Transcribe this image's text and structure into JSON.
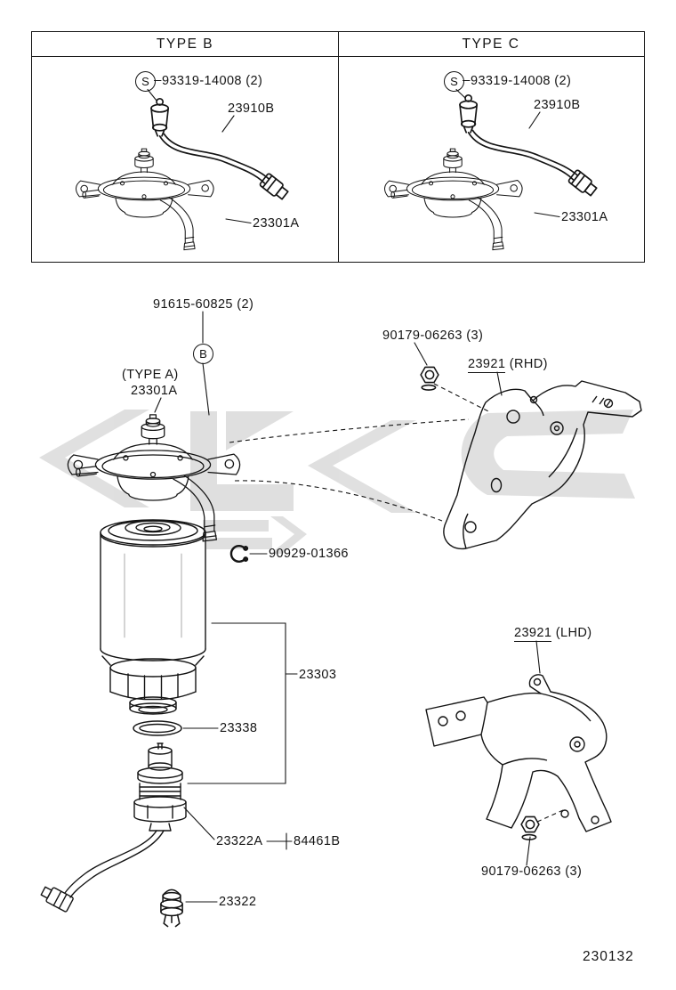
{
  "colors": {
    "ink": "#141414",
    "watermark": "#c6c6c6"
  },
  "page_number": "230132",
  "type_table": {
    "type_b": {
      "header": "TYPE B",
      "screw_symbol": "S",
      "screw_label": "93319-14008 (2)",
      "sensor_label": "23910B",
      "pump_label": "23301A"
    },
    "type_c": {
      "header": "TYPE C",
      "screw_symbol": "S",
      "screw_label": "93319-14008 (2)",
      "sensor_label": "23910B",
      "pump_label": "23301A"
    }
  },
  "main": {
    "bolt_label": "91615-60825 (2)",
    "bolt_symbol": "B",
    "type_a_note": "(TYPE A)",
    "pump_label": "23301A",
    "nut_upper_label": "90179-06263 (3)",
    "bracket_rhd_number": "23921",
    "bracket_rhd_variant": "(RHD)",
    "snap_ring_label": "90929-01366",
    "filter_label": "23303",
    "gasket_label": "23338",
    "sensor_label": "23322A",
    "harness_label": "84461B",
    "switch_label": "23322",
    "bracket_lhd_number": "23921",
    "bracket_lhd_variant": "(LHD)",
    "nut_lower_label": "90179-06263 (3)"
  }
}
